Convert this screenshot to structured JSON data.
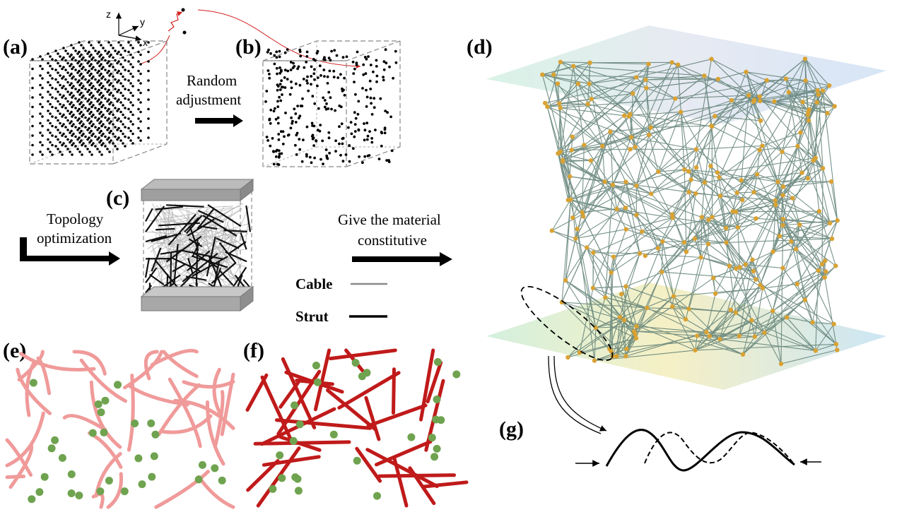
{
  "panels": {
    "a": "(a)",
    "b": "(b)",
    "c": "(c)",
    "d": "(d)",
    "e": "(e)",
    "f": "(f)",
    "g": "(g)"
  },
  "axes": {
    "z": "z",
    "y": "y",
    "x": "x"
  },
  "arrows": {
    "random_line1": "Random",
    "random_line2": "adjustment",
    "topology_line1": "Topology",
    "topology_line2": "optimization",
    "material_line1": "Give the material",
    "material_line2": "constitutive"
  },
  "legend": {
    "cable": "Cable",
    "strut": "Strut"
  },
  "colors": {
    "strut": "#000000",
    "cable": "#9a9a9a",
    "network_edge": "#5f7f74",
    "network_node": "#d9a233",
    "fiber_soft": "#f09a9a",
    "fiber_rigid": "#c01a1a",
    "crosslink": "#6fa34f"
  }
}
